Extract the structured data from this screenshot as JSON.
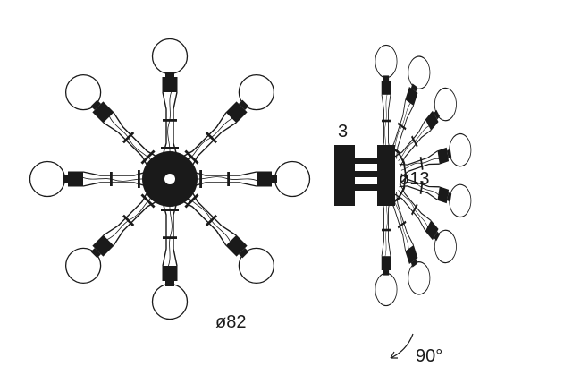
{
  "labels": {
    "diameter_fixture": "ø82",
    "diameter_canopy": "ø13",
    "depth": "3",
    "rotation": "90°"
  },
  "colors": {
    "ink": "#1a1a1a",
    "background": "#ffffff"
  },
  "icons": {
    "rotation": "curved-arrow-icon"
  },
  "front_view": {
    "arm_count": 8
  },
  "side_view": {
    "arm_count": 8
  }
}
